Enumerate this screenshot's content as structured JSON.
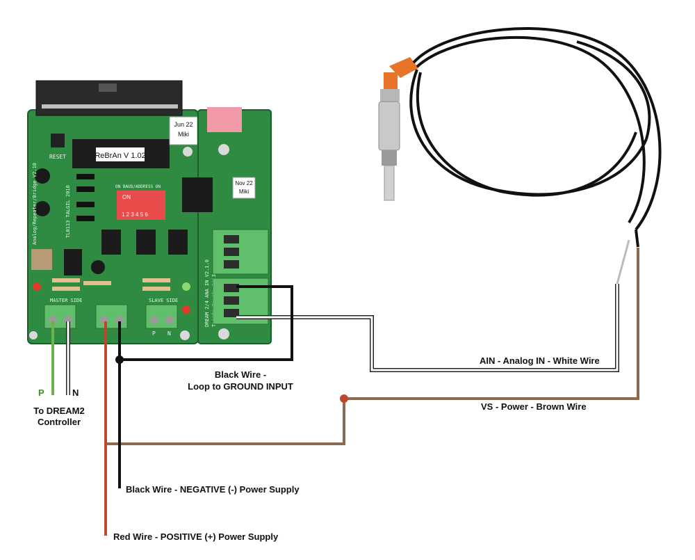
{
  "board": {
    "main_version": "ReBrAn V 1.02",
    "main_date": "Jun 22",
    "main_sign": "Miki",
    "second_date": "Nov 22",
    "second_sign": "Miki",
    "reset_label": "RESET",
    "master_side": "MASTER SIDE",
    "slave_side": "SLAVE SIDE",
    "on_label": "ON",
    "dip_numbers": "1 2 3 4 5 6",
    "board_id_main": "TL0113  TALGIL 2010",
    "board_side_text": "Analog/Repeater/Bridge V2.10",
    "board_id_second": "DREAM 2/4 ANA IN  V2.1.0",
    "board_id_second_b": "TL0170  TALGIL 2013",
    "dip_header": "ON BAUD/ADDRESS ON",
    "pin_p": "P",
    "pin_n": "N"
  },
  "labels": {
    "ain_white": "AIN - Analog IN - White Wire",
    "vs_brown": "VS - Power - Brown Wire",
    "black_loop_line1": "Black Wire -",
    "black_loop_line2": "Loop to GROUND INPUT",
    "black_negative": "Black Wire - NEGATIVE (-) Power Supply",
    "red_positive": "Red Wire - POSITIVE (+) Power Supply",
    "p_label": "P",
    "n_label": "N",
    "dream_line1": "To DREAM2",
    "dream_line2": "Controller"
  },
  "colors": {
    "pcb": "#2e8b3f",
    "terminal_green": "#5fbf6a",
    "wire_red": "#c0452e",
    "wire_brown": "#8b6a4f",
    "wire_black": "#111111",
    "wire_white": "#ffffff",
    "wire_green": "#6bb24a",
    "sensor_orange": "#e8742a"
  }
}
